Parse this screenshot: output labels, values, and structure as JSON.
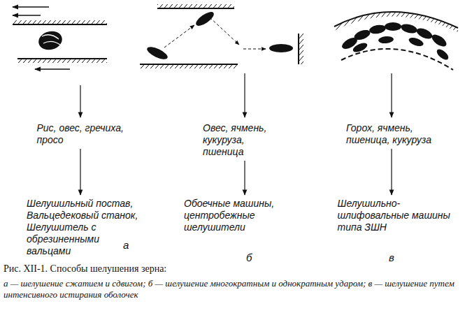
{
  "diagram": {
    "caption": "Рис. XII-1. Способы шелушения зерна:",
    "nodes": [
      {
        "text": [
          "Рис, овес, гречиха, просо"
        ]
      },
      {
        "text": [
          "Шелушильный постав, Вальцедековый станок, Шелушитель с обрезиненными вальцами"
        ]
      },
      {
        "text": [
          "Овес, ячмень, кукуруза, пшеница"
        ]
      },
      {
        "text": [
          "Обоечные машины, центробежные шелушители"
        ]
      },
      {
        "text": [
          "Горох, ячмень, пшеница, кукуруза"
        ]
      },
      {
        "text": [
          "Шелушильно-шлифовальные машины типа ЗШН"
        ]
      }
    ],
    "edges": [
      {
        "from": 0,
        "to": 1,
        "arrow": "to"
      },
      {
        "from": 2,
        "to": 3,
        "arrow": "to"
      },
      {
        "from": 4,
        "to": 5,
        "arrow": "to"
      }
    ],
    "labels": [
      "а",
      "б",
      "в",
      "а — шелушение сжатием и сдвигом; б — шелушение многократным и однократным ударом; в — шелушение путем интенсивного истирания оболочек"
    ]
  }
}
